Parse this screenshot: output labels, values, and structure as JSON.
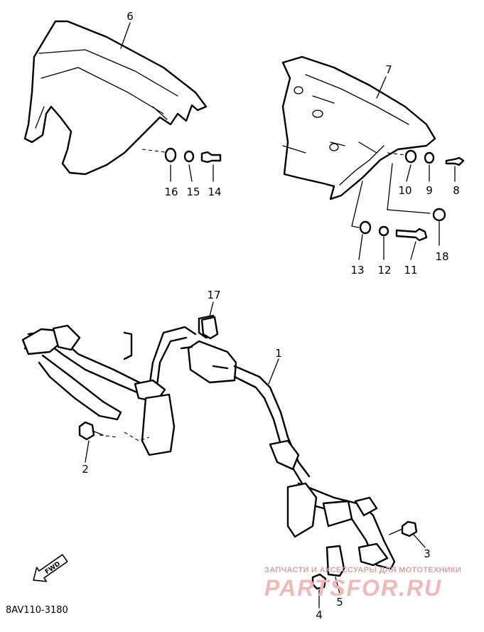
{
  "diagram": {
    "catalog_code": "8AV110-3180",
    "part_numbers": [
      "1",
      "2",
      "3",
      "4",
      "5",
      "6",
      "7",
      "8",
      "9",
      "10",
      "11",
      "12",
      "13",
      "14",
      "15",
      "16",
      "17",
      "18"
    ],
    "fwd_label": "FWD"
  },
  "watermark": {
    "line1": "ЗАПЧАСТИ И АКСЕССУАРЫ ДЛЯ МОТОТЕХНИКИ",
    "line2": "PARTSFOR.RU"
  }
}
